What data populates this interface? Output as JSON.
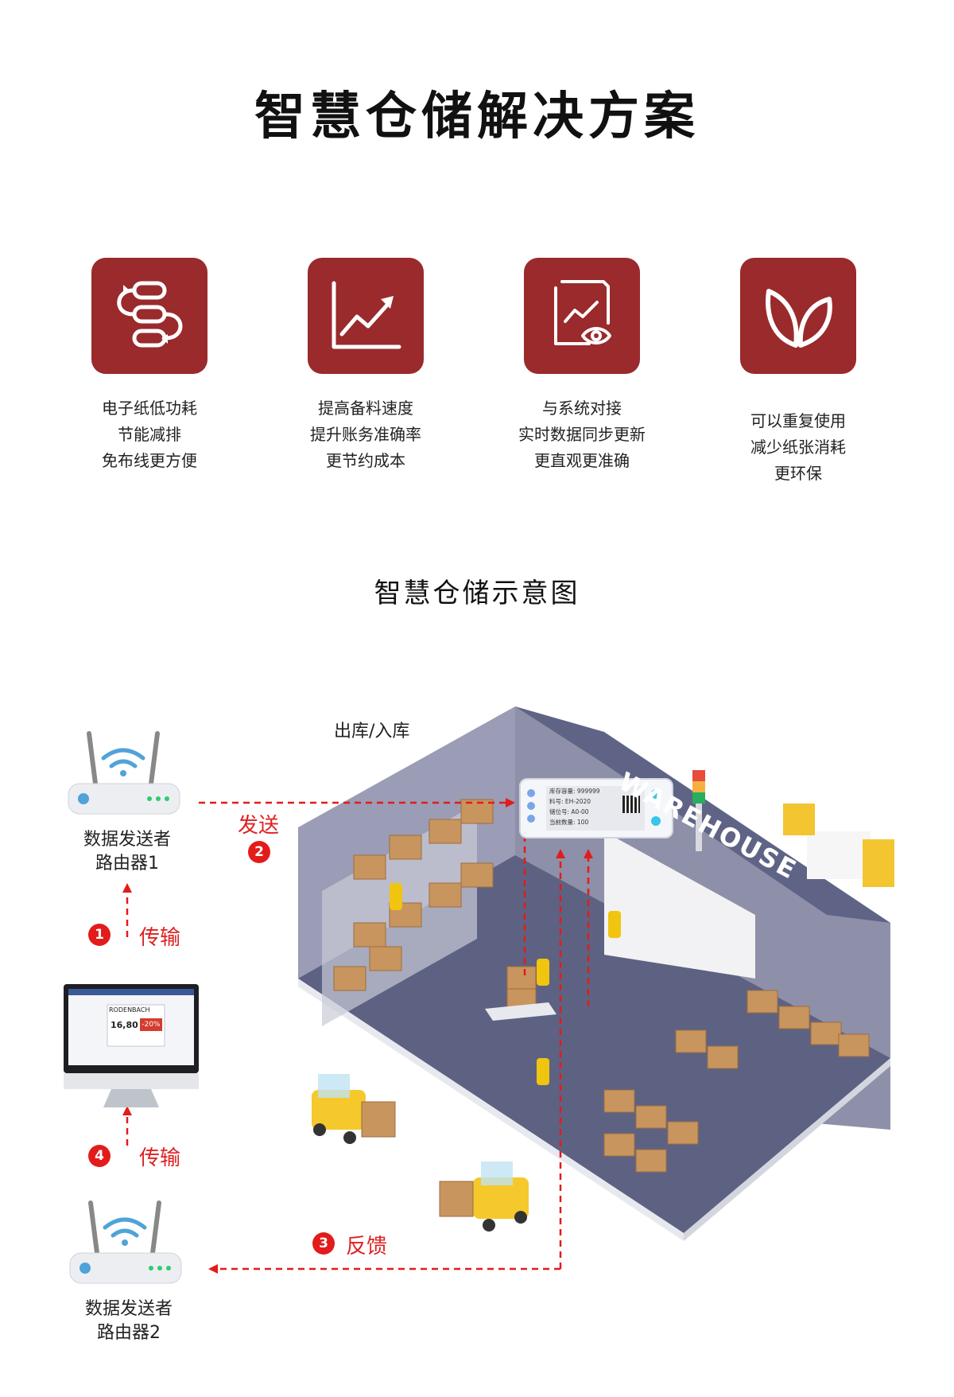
{
  "title": "智慧仓储解决方案",
  "features": [
    {
      "icon": "process-flow-icon",
      "lines": [
        "电子纸低功耗",
        "节能减排",
        "免布线更方便"
      ]
    },
    {
      "icon": "trend-chart-icon",
      "lines": [
        "提高备料速度",
        "提升账务准确率",
        "更节约成本"
      ]
    },
    {
      "icon": "document-eye-icon",
      "lines": [
        "与系统对接",
        "实时数据同步更新",
        "更直观更准确"
      ]
    },
    {
      "icon": "leaf-icon",
      "lines": [
        "可以重复使用",
        "减少纸张消耗",
        "更环保"
      ]
    }
  ],
  "diagram": {
    "title": "智慧仓储示意图",
    "inout_label": "出库/入库",
    "router1": {
      "line1": "数据发送者",
      "line2": "路由器1"
    },
    "router2": {
      "line1": "数据发送者",
      "line2": "路由器2"
    },
    "steps": [
      {
        "num": "1",
        "label": "传输"
      },
      {
        "num": "2",
        "label": "发送"
      },
      {
        "num": "3",
        "label": "反馈"
      },
      {
        "num": "4",
        "label": "传输"
      }
    ],
    "warehouse_sign": "WAREHOUSE",
    "esl_label": {
      "lines": [
        "库存容量: 999999",
        "料号: EH-2020",
        "储位号: A0-00",
        "当前数量: 100"
      ]
    },
    "monitor_screen": {
      "brand": "RODENBACH",
      "price": "16,80",
      "discount": "-20%"
    },
    "colors": {
      "accent": "#9a2a2c",
      "arrow": "#e31b1b",
      "wall": "#8d90a8",
      "floor": "#5d6282"
    }
  }
}
